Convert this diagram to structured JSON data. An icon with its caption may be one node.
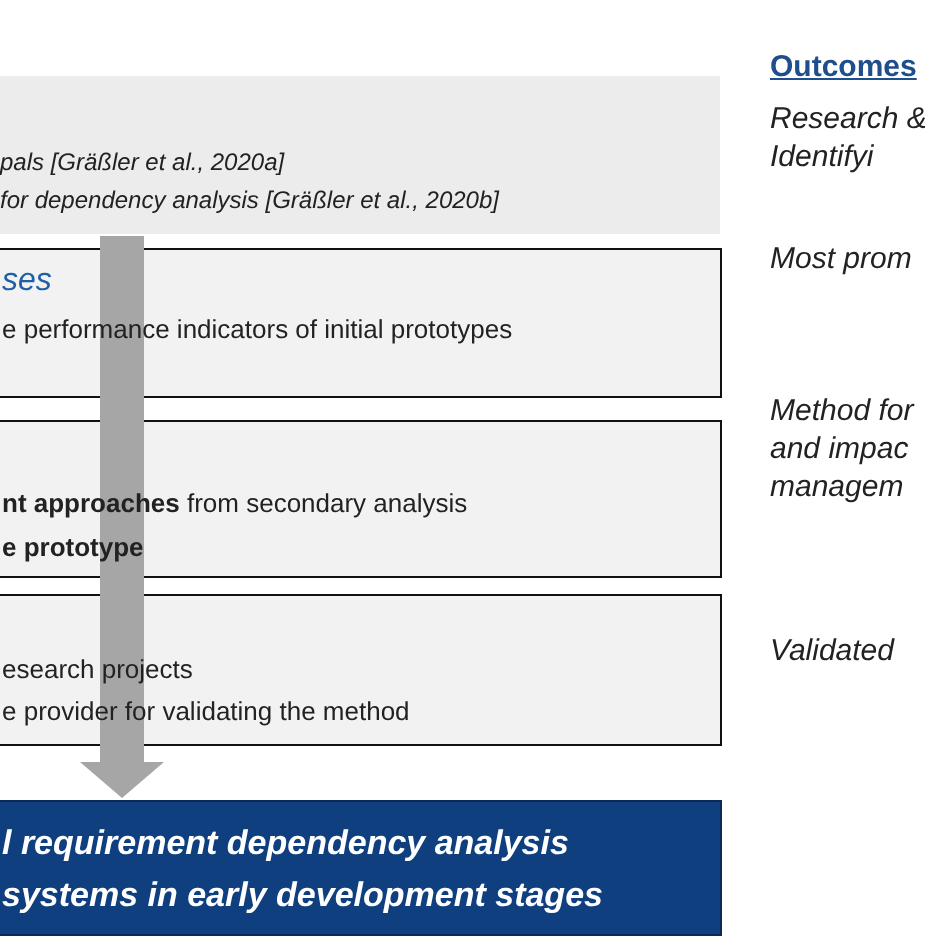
{
  "diagram": {
    "nodes": [
      {
        "text": [
          "pals [Gräßler et al., 2020a]",
          "for dependency analysis [Gräßler et al., 2020b]"
        ]
      },
      {
        "text": [
          "ses",
          "e performance indicators of initial prototypes"
        ]
      },
      {
        "text": [
          "**nt approaches** from secondary analysis",
          "e prototype"
        ]
      },
      {
        "text": [
          "esearch projects",
          "e provider for validating the method"
        ]
      },
      {
        "text": [
          "l requirement dependency analysis systems in early development stages"
        ]
      }
    ],
    "labels": [
      "Outcomes",
      "Research & Identifyi",
      "Most prom",
      "Method for and impac managem",
      "Validated"
    ]
  }
}
